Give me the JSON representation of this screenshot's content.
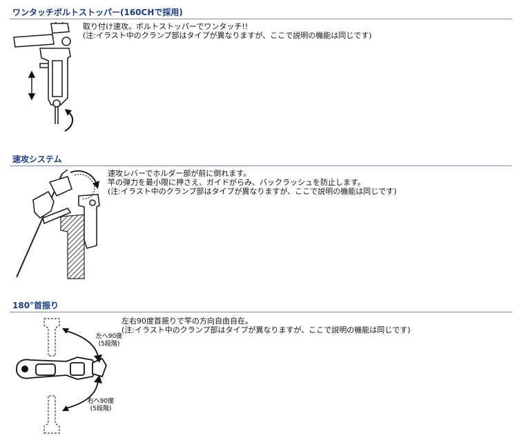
{
  "sections": [
    {
      "heading": "ワンタッチボルトストッパー(160CHで採用)",
      "lines": [
        "取り付け速攻。ボルトストッパーでワンタッチ!!",
        "(注:イラスト中のクランプ部はタイプが異なりますが、ここで説明の機能は同じです)"
      ]
    },
    {
      "heading": "速攻システム",
      "lines": [
        "速攻レバーでホルダー部が前に倒れます。",
        "竿の弾力を最小限に押さえ、ガイドがらみ、バックラッシュを防止します。",
        "(注:イラスト中のクランプ部はタイプが異なりますが、ここで説明の機能は同じです)"
      ]
    },
    {
      "heading": "180°首振り",
      "lines": [
        "左右90度首振りで竿の方向自由自在。",
        "(注:イラスト中のクランプ部はタイプが異なりますが、ここで説明の機能は同じです)"
      ],
      "labels": {
        "left_1": "左へ90度",
        "left_2": "(5段階)",
        "right_1": "右へ90度",
        "right_2": "(5段階)"
      }
    }
  ],
  "colors": {
    "heading": "#1c3b80",
    "rule": "#7a8aa8",
    "hatch": "#444444"
  }
}
